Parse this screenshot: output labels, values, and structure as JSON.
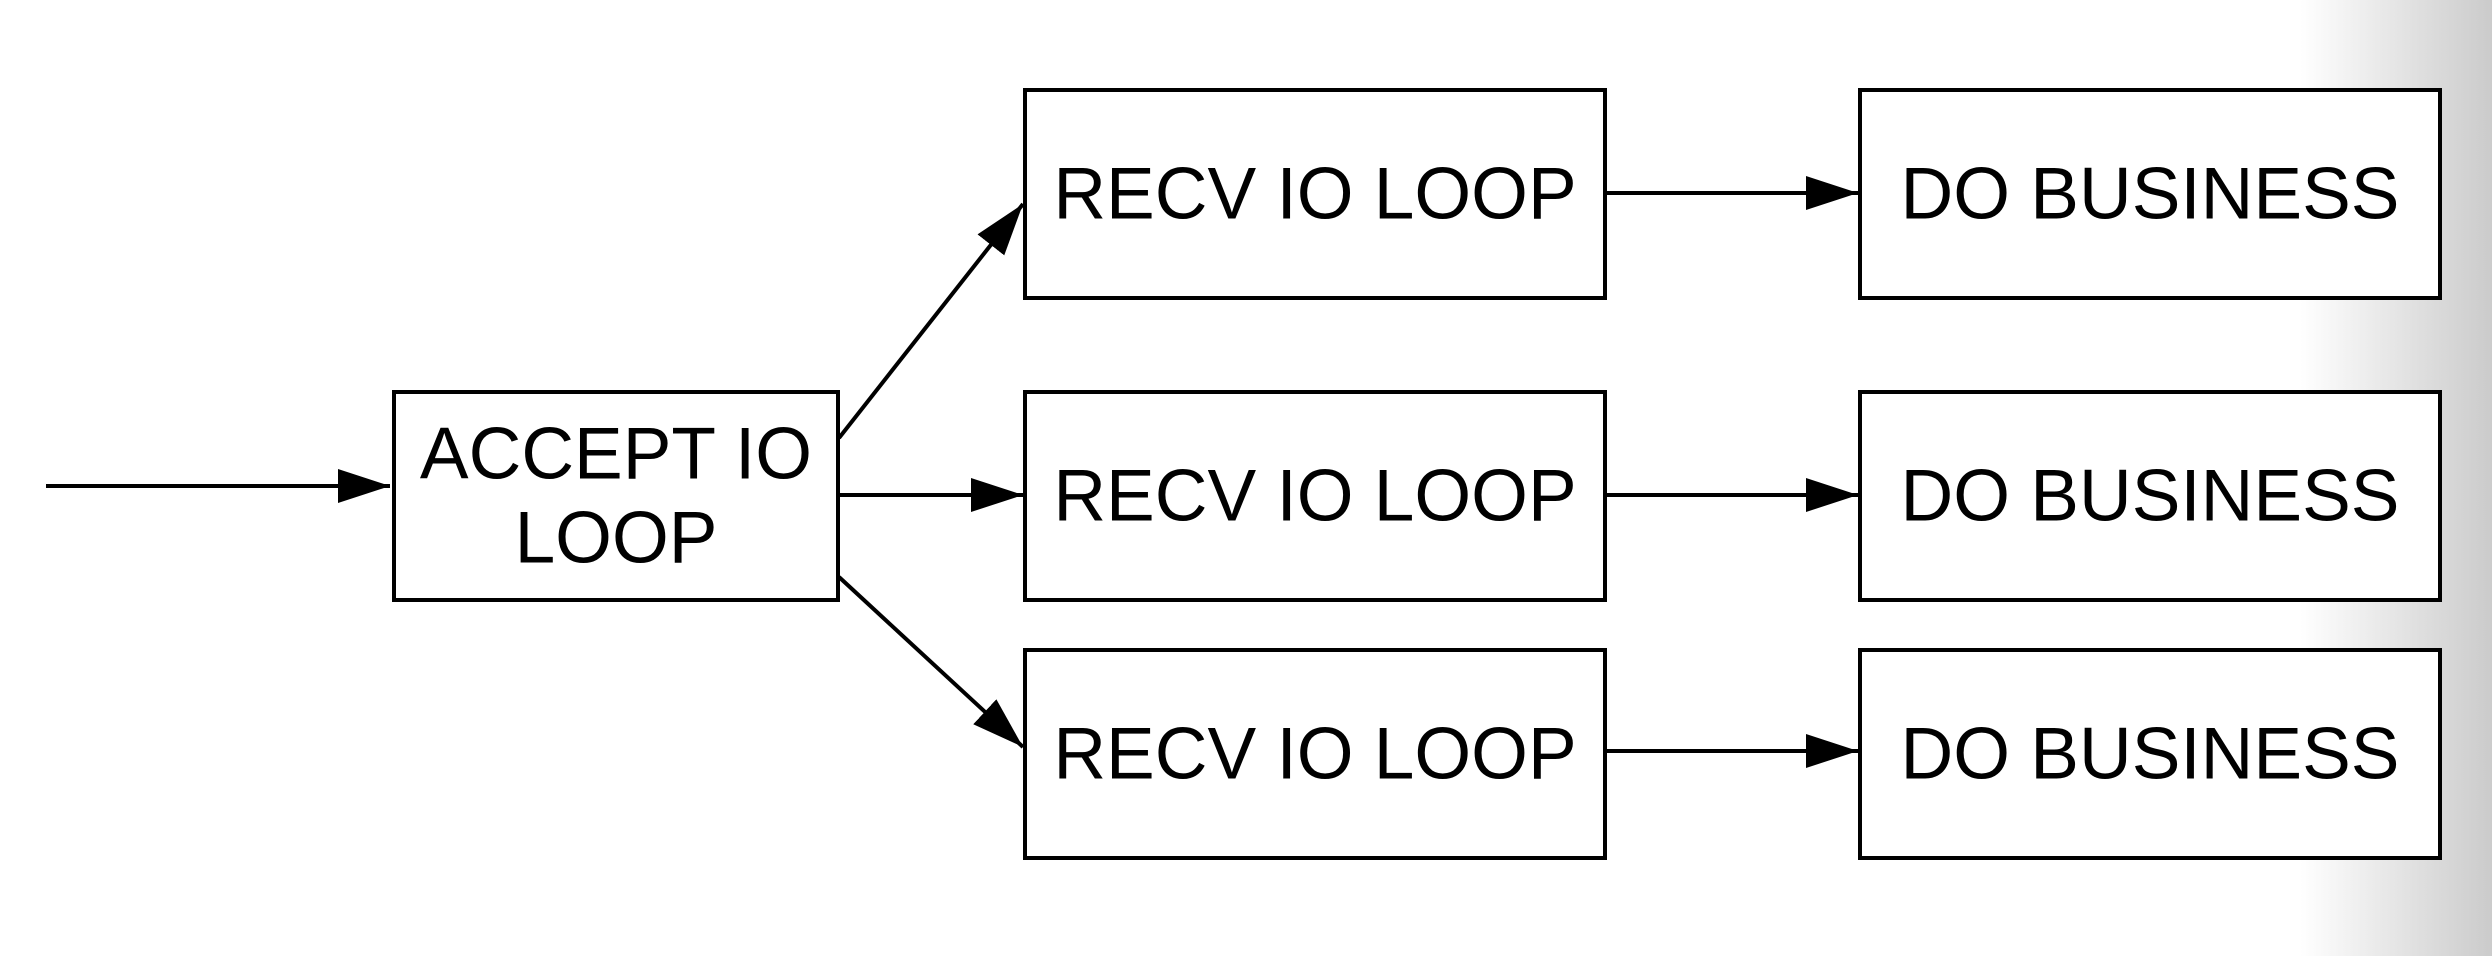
{
  "page": {
    "background_color": "#ffffff",
    "right_edge_shade_color": "#cbcbcb"
  },
  "diagram": {
    "type": "flowchart",
    "stroke_color": "#000000",
    "text_color": "#000000",
    "node_fill_color": "#ffffff",
    "nodes": {
      "accept_io_loop": {
        "label": "ACCEPT IO LOOP",
        "line1": "ACCEPT IO",
        "line2": "LOOP"
      },
      "recv_io_loop_1": {
        "label": "RECV IO LOOP"
      },
      "recv_io_loop_2": {
        "label": "RECV IO LOOP"
      },
      "recv_io_loop_3": {
        "label": "RECV IO LOOP"
      },
      "do_business_1": {
        "label": "DO BUSINESS"
      },
      "do_business_2": {
        "label": "DO BUSINESS"
      },
      "do_business_3": {
        "label": "DO BUSINESS"
      }
    },
    "edges": [
      {
        "from": "input",
        "to": "accept_io_loop"
      },
      {
        "from": "accept_io_loop",
        "to": "recv_io_loop_1"
      },
      {
        "from": "accept_io_loop",
        "to": "recv_io_loop_2"
      },
      {
        "from": "accept_io_loop",
        "to": "recv_io_loop_3"
      },
      {
        "from": "recv_io_loop_1",
        "to": "do_business_1"
      },
      {
        "from": "recv_io_loop_2",
        "to": "do_business_2"
      },
      {
        "from": "recv_io_loop_3",
        "to": "do_business_3"
      }
    ]
  }
}
